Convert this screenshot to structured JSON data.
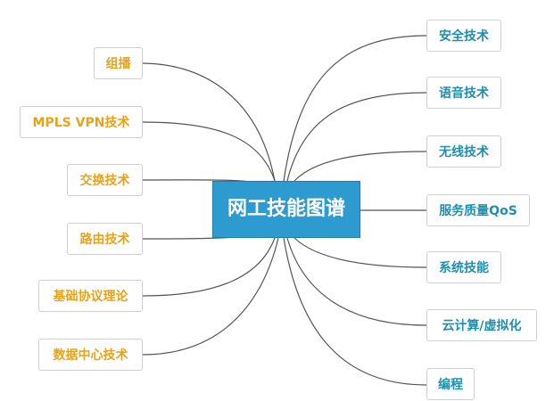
{
  "center": {
    "label": "网工技能图谱",
    "color": "#2e9bd0"
  },
  "left_nodes": [
    {
      "label": "组播"
    },
    {
      "label": "MPLS VPN技术"
    },
    {
      "label": "交换技术"
    },
    {
      "label": "路由技术"
    },
    {
      "label": "基础协议理论"
    },
    {
      "label": "数据中心技术"
    }
  ],
  "right_nodes": [
    {
      "label": "安全技术"
    },
    {
      "label": "语音技术"
    },
    {
      "label": "无线技术"
    },
    {
      "label": "服务质量QoS"
    },
    {
      "label": "系统技能"
    },
    {
      "label": "云计算/虚拟化"
    },
    {
      "label": "编程"
    }
  ],
  "colors": {
    "left_text": "#e8a21a",
    "right_text": "#1f8fb0",
    "connector": "#555555"
  }
}
